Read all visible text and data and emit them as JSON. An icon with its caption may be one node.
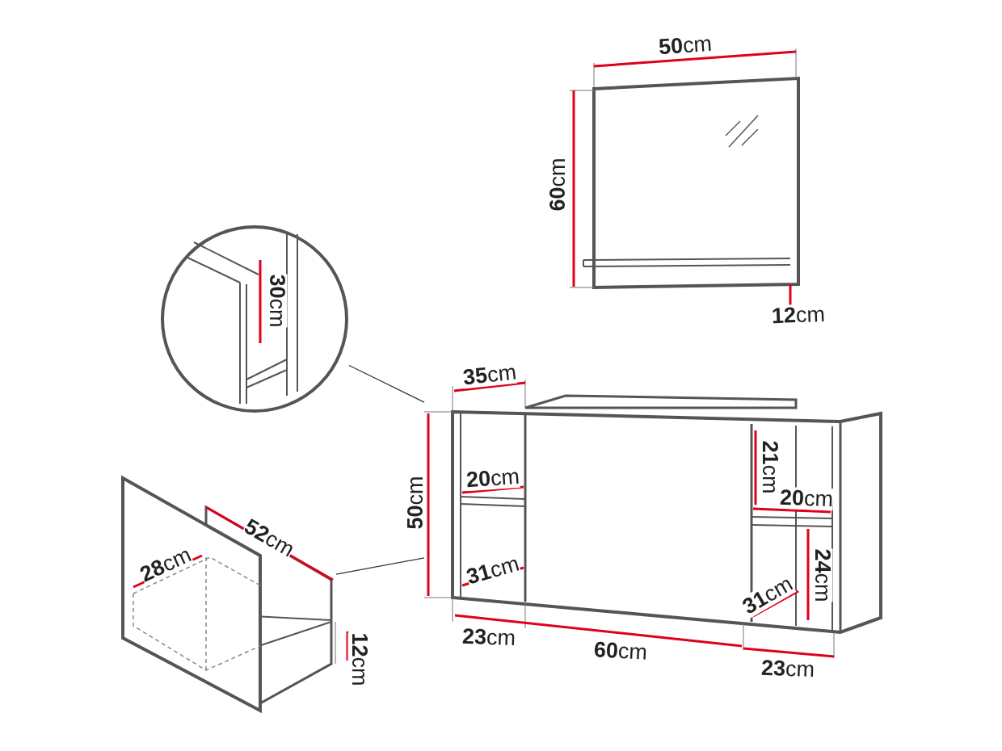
{
  "diagram": {
    "nodes": [
      {
        "text": [],
        "shape": "picture"
      },
      {
        "text": [],
        "shape": "picture"
      },
      {
        "text": [],
        "shape": "picture"
      },
      {
        "text": [],
        "shape": "picture"
      }
    ],
    "edges": [
      {
        "from": 1,
        "to": 2,
        "arrow": "none"
      },
      {
        "from": 3,
        "to": 2,
        "arrow": "none"
      }
    ],
    "labels": [
      "**50**cm",
      "**60**cm",
      "**30**cm",
      "**12**cm",
      "**35**cm",
      "**21**cm",
      "**50**cm",
      "**20**cm",
      "**20**cm",
      "**52**cm",
      "**28**cm",
      "**24**cm",
      "**31**cm",
      "**31**cm",
      "**12**cm",
      "**23**cm",
      "**60**cm",
      "**23**cm"
    ]
  }
}
